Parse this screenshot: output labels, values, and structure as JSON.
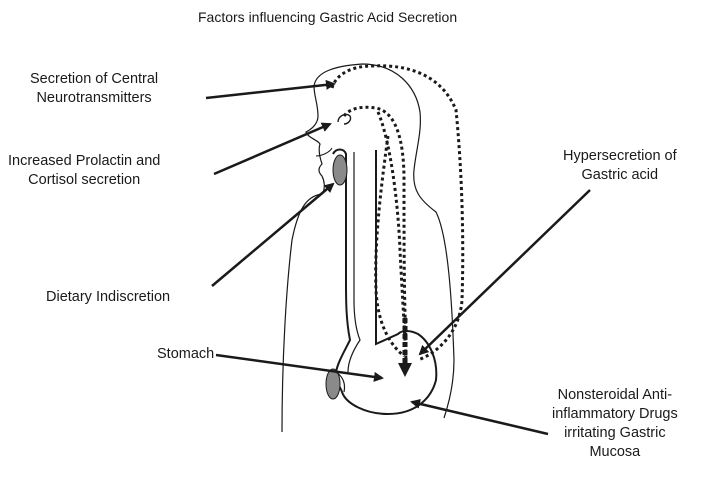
{
  "title": "Factors influencing Gastric Acid Secretion",
  "labels": {
    "central": [
      "Secretion of Central",
      "Neurotransmitters"
    ],
    "prolactin": [
      "Increased Prolactin and",
      "Cortisol secretion"
    ],
    "dietary": [
      "Dietary Indiscretion"
    ],
    "stomach": [
      "Stomach"
    ],
    "hypersecretion": [
      "Hypersecretion of",
      "Gastric acid"
    ],
    "nsaid": [
      "Nonsteroidal Anti-",
      "inflammatory Drugs",
      "irritating Gastric",
      "Mucosa"
    ]
  },
  "colors": {
    "line": "#1a1a1a",
    "organ_fill": "#8a8a8a"
  }
}
